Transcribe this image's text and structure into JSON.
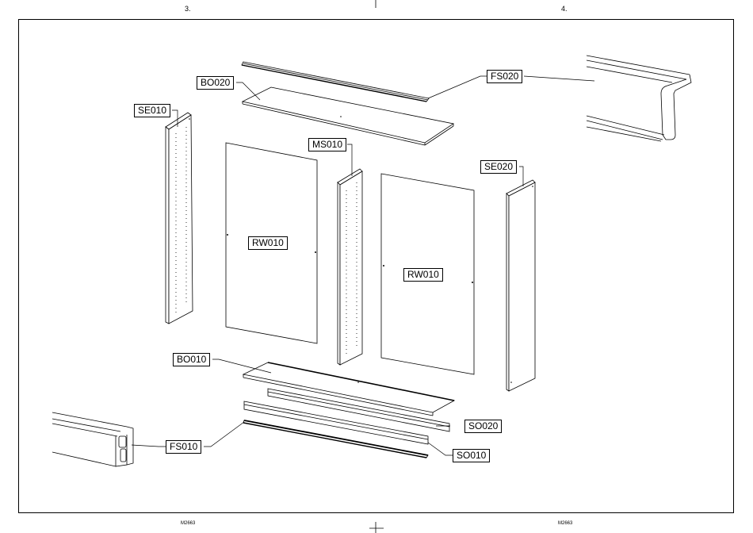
{
  "header": {
    "left_page": "3.",
    "right_page": "4."
  },
  "footer": {
    "left_code": "M2663",
    "right_code": "M2663"
  },
  "parts": {
    "bo020": "BO020",
    "fs020": "FS020",
    "se010": "SE010",
    "ms010": "MS010",
    "se020": "SE020",
    "rw010_left": "RW010",
    "rw010_right": "RW010",
    "bo010": "BO010",
    "so020": "SO020",
    "fs010": "FS010",
    "so010": "SO010"
  }
}
